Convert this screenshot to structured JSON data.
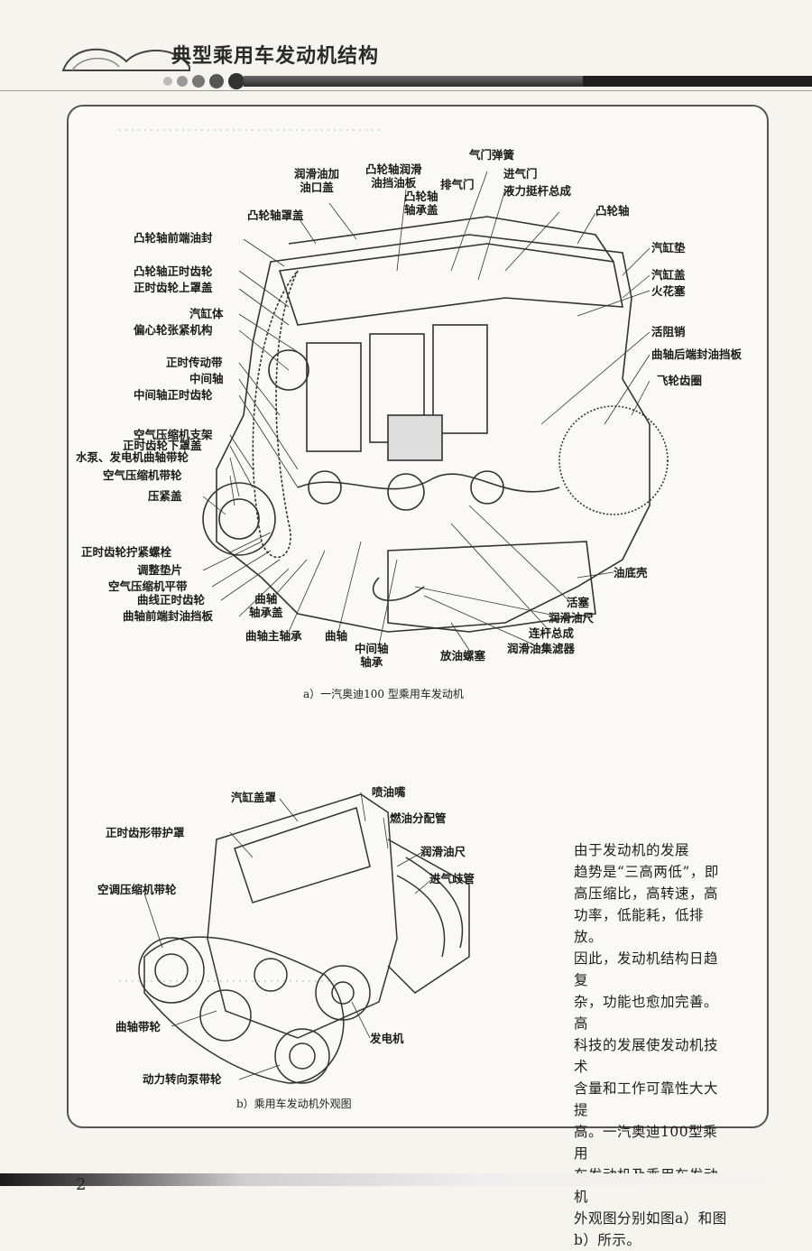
{
  "header": {
    "title": "典型乘用车发动机结构"
  },
  "figure_a": {
    "caption": "a）一汽奥迪100 型乘用车发动机",
    "labels": {
      "valve_spring": "气门弹簧",
      "oil_filler_cap": "润滑油加\n油口盖",
      "camshaft_oil_baffle": "凸轮轴润滑\n油挡油板",
      "intake_valve": "进气门",
      "exhaust_valve": "排气门",
      "hydraulic_tappet": "液力挺杆总成",
      "camshaft_bearing_cap": "凸轮轴\n轴承盖",
      "camshaft_cover": "凸轮轴罩盖",
      "camshaft": "凸轮轴",
      "camshaft_front_seal": "凸轮轴前端油封",
      "cylinder_gasket": "汽缸垫",
      "cam_timing_gear": "凸轮轴正时齿轮",
      "timing_upper_cover": "正时齿轮上罩盖",
      "cylinder_head": "汽缸盖",
      "spark_plug": "火花塞",
      "cylinder_block": "汽缸体",
      "eccentric_tensioner": "偏心轮张紧机构",
      "piston_pin": "活阻销",
      "crank_rear_seal": "曲轴后端封油挡板",
      "timing_belt": "正时传动带",
      "flywheel_ring": "飞轮齿圈",
      "intermediate_shaft": "中间轴",
      "intermediate_timing_gear": "中间轴正时齿轮",
      "ac_compressor_bracket": "空气压缩机支架",
      "timing_lower_cover": "正时齿轮下罩盖",
      "pump_gen_pulley": "水泵、发电机曲轴带轮",
      "ac_compressor_pulley": "空气压缩机带轮",
      "pressure_cover": "压紧盖",
      "timing_gear_bolt": "正时齿轮拧紧螺栓",
      "shim": "调整垫片",
      "ac_flat_key": "空气压缩机平带",
      "crank_timing_gear": "曲线正时齿轮",
      "crank_front_seal": "曲轴前端封油挡板",
      "crank_bearing": "曲轴\n轴承盖",
      "main_bearing": "曲轴主轴承",
      "crankshaft": "曲轴",
      "intermediate_bearing": "中间轴\n轴承",
      "drain_plug": "放油螺塞",
      "piston": "活塞",
      "oil_dipstick": "润滑油尺",
      "conrod": "连杆总成",
      "oil_strainer": "润滑油集滤器",
      "oil_pan": "油底壳"
    }
  },
  "figure_b": {
    "caption": "b）乘用车发动机外观图",
    "labels": {
      "cylinder_cover": "汽缸盖罩",
      "injector": "喷油嘴",
      "fuel_rail": "燃油分配管",
      "timing_belt_guard": "正时齿形带护罩",
      "oil_dipstick": "润滑油尺",
      "intake_manifold": "进气歧管",
      "ac_pulley": "空调压缩机带轮",
      "crank_pulley": "曲轴带轮",
      "generator": "发电机",
      "ps_pump_pulley": "动力转向泵带轮"
    }
  },
  "paragraph": {
    "lines": [
      "由于发动机的发展",
      "趋势是“三高两低”，即",
      "高压缩比，高转速，高",
      "功率，低能耗，低排放。",
      "因此，发动机结构日趋复",
      "杂，功能也愈加完善。高",
      "科技的发展使发动机技术",
      "含量和工作可靠性大大提",
      "高。一汽奥迪100型乘用",
      "车发动机及乘用车发动机",
      "外观图分别如图a）和图",
      "b）所示。"
    ]
  },
  "footer": {
    "page_number": "2"
  }
}
